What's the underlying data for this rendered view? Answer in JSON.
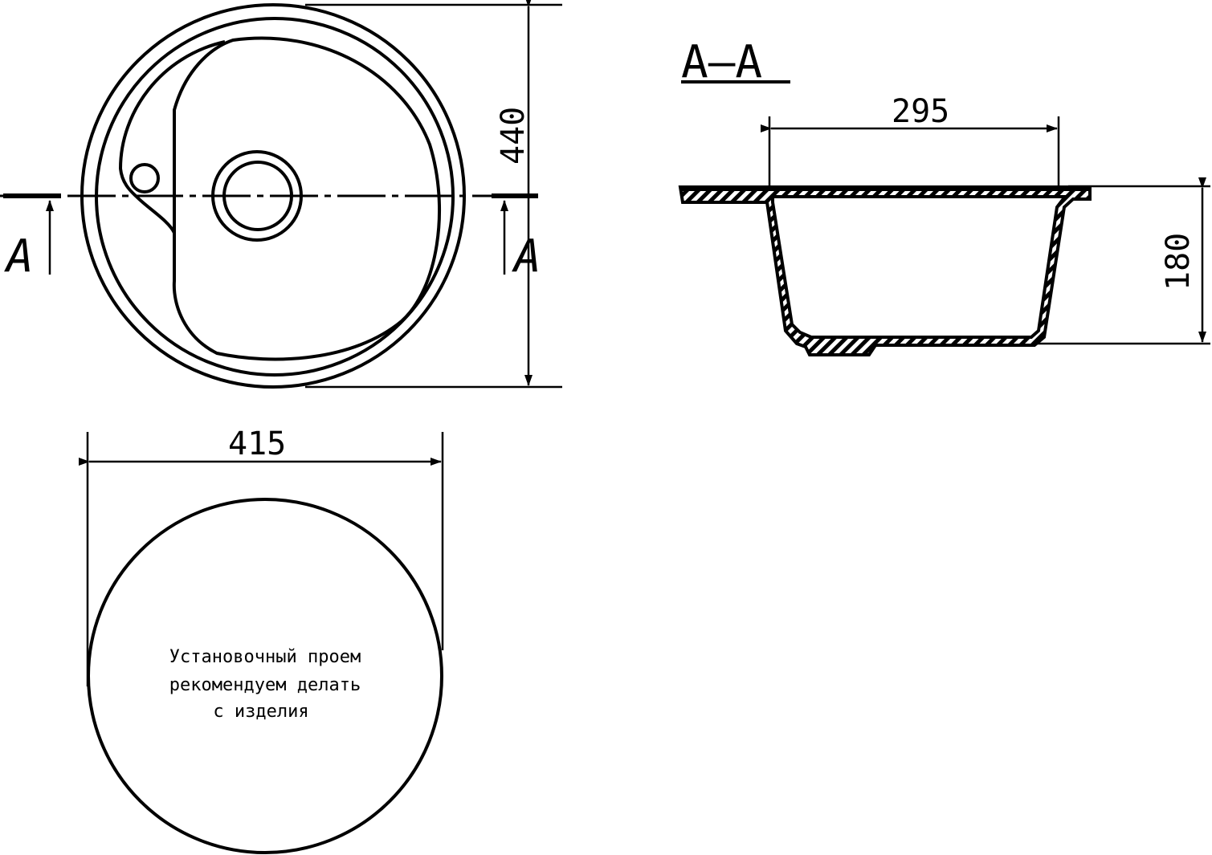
{
  "plan_view": {
    "height_dimension": "440",
    "section_mark_left": "A",
    "section_mark_right": "A"
  },
  "section_view": {
    "title": "A–A",
    "width_dimension": "295",
    "depth_dimension": "180"
  },
  "cutout_view": {
    "width_dimension": "415",
    "note_lines": [
      "Установочный проем",
      "рекомендуем делать",
      "с изделия"
    ]
  }
}
